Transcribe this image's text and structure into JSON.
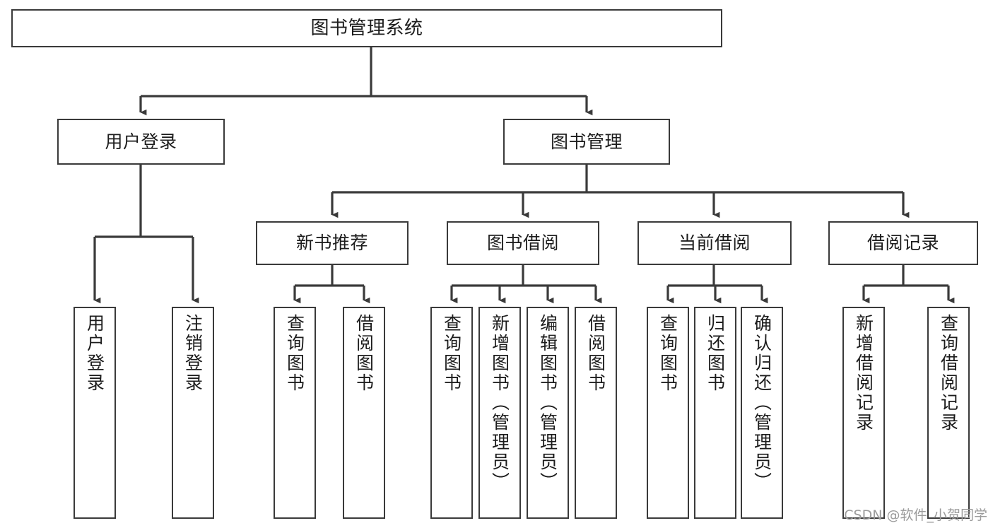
{
  "diagram": {
    "title": "图书管理系统",
    "type": "tree-hierarchy-functional-structure",
    "root": {
      "label": "图书管理系统"
    },
    "level2": [
      {
        "label": "用户登录"
      },
      {
        "label": "图书管理"
      }
    ],
    "level3": [
      {
        "label": "新书推荐"
      },
      {
        "label": "图书借阅"
      },
      {
        "label": "当前借阅"
      },
      {
        "label": "借阅记录"
      }
    ],
    "leaves": {
      "user_login": [
        {
          "label": "用户登录"
        },
        {
          "label": "注销登录"
        }
      ],
      "new_book_recommend": [
        {
          "label": "查询图书"
        },
        {
          "label": "借阅图书"
        }
      ],
      "book_borrow": [
        {
          "label": "查询图书"
        },
        {
          "label": "新增图书（管理员）"
        },
        {
          "label": "编辑图书（管理员）"
        },
        {
          "label": "借阅图书"
        }
      ],
      "current_borrow": [
        {
          "label": "查询图书"
        },
        {
          "label": "归还图书"
        },
        {
          "label": "确认归还（管理员）"
        }
      ],
      "borrow_record": [
        {
          "label": "新增借阅记录"
        },
        {
          "label": "查询借阅记录"
        }
      ]
    }
  },
  "watermark": {
    "text": "CSDN @软件_小贺同学"
  },
  "colors": {
    "box_border": "#3a3a3a",
    "box_fill": "#ffffff",
    "edge": "#3a3a3a",
    "text": "#1c1c1c",
    "watermark": "#9b9b9b",
    "page_background": "#ffffff"
  }
}
